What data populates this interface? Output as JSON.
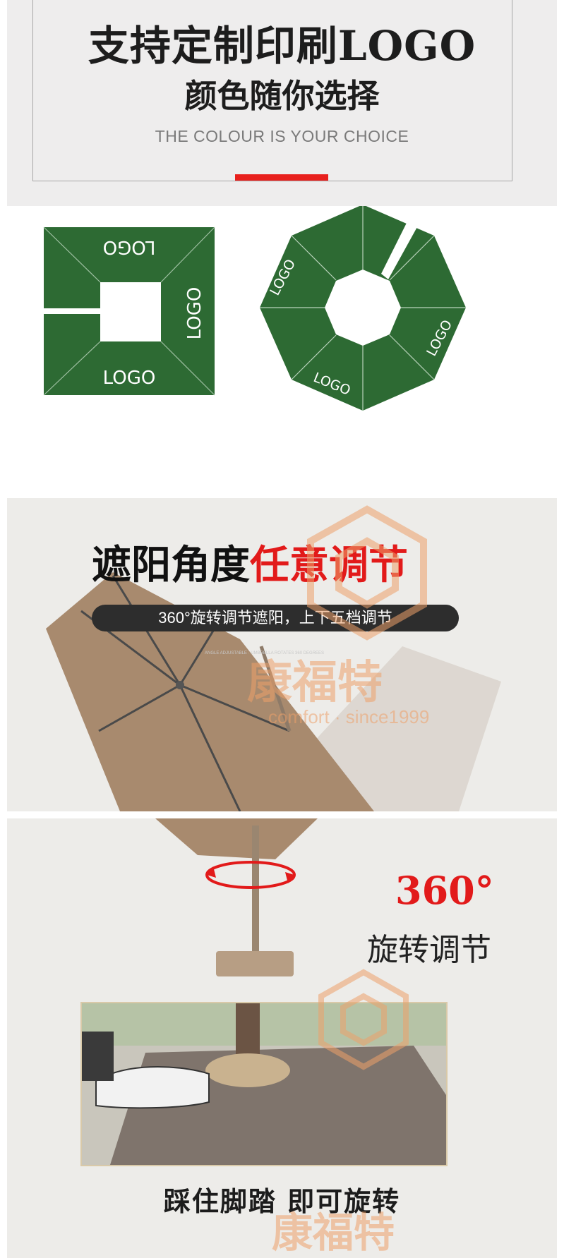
{
  "section_logo": {
    "title": "支持定制印刷LOGO",
    "subtitle": "颜色随你选择",
    "english": "THE COLOUR IS YOUR CHOICE"
  },
  "canopy_diagrams": {
    "square_labels": [
      "LOGO",
      "LOGO",
      "LOGO"
    ],
    "octagon_labels": [
      "LOGO",
      "LOGO",
      "LOGO"
    ],
    "color": "#2d6a33"
  },
  "section_angle": {
    "headline_black": "遮阳角度",
    "headline_red": "任意调节",
    "pill_text": "360°旋转调节遮阳，上下五档调节",
    "tiny_text": "ANGLE ADJUSTABLE · UMBRELLA ROTATES 360 DEGREES"
  },
  "section_rotate": {
    "degrees": "360°",
    "label": "旋转调节",
    "caption": "踩住脚踏  即可旋转"
  },
  "watermark": {
    "brand": "康福特",
    "slogan": "comfort · since1999"
  },
  "colors": {
    "accent_red": "#e21a1a",
    "canopy_green": "#2d6a33",
    "umbrella_tan": "#a88a6e"
  }
}
